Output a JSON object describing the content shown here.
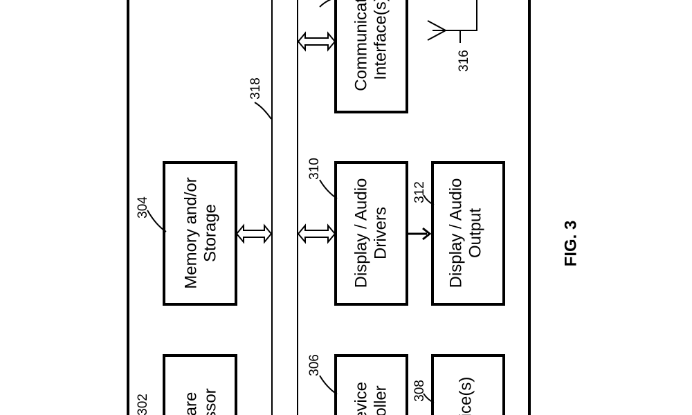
{
  "figure_label": "FIG. 3",
  "refs": {
    "r302": "302",
    "r304": "304",
    "r306": "306",
    "r308": "308",
    "r310": "310",
    "r312": "312",
    "r316": "316",
    "r318": "318"
  },
  "boxes": {
    "hardware_processor": {
      "line1": "are",
      "line2": "ssor"
    },
    "memory_storage": {
      "line1": "Memory and/or",
      "line2": "Storage"
    },
    "input_device_controller": {
      "line1": "evice",
      "line2": "oller"
    },
    "input_devices": {
      "line1": "vice(s)"
    },
    "display_audio_drivers": {
      "line1": "Display / Audio",
      "line2": "Drivers"
    },
    "display_audio_output": {
      "line1": "Display / Audio",
      "line2": "Output"
    },
    "communication_interfaces": {
      "line1": "Communicatio",
      "line2": "Interface(s)"
    }
  }
}
